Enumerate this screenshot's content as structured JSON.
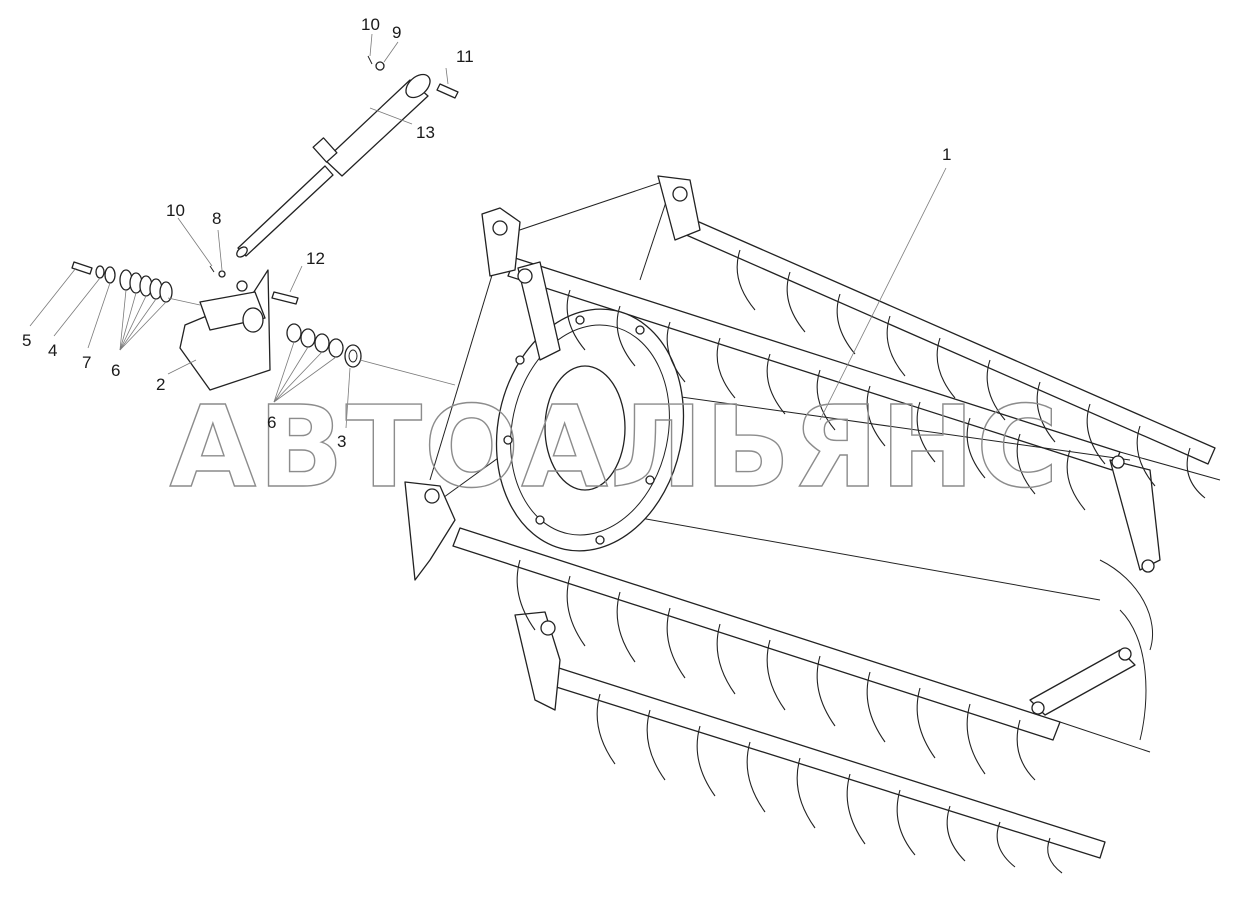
{
  "watermark": "АВТОАЛЬЯНС",
  "callouts": {
    "c1": "1",
    "c2": "2",
    "c3": "3",
    "c4": "4",
    "c5": "5",
    "c6a": "6",
    "c6b": "6",
    "c7": "7",
    "c8": "8",
    "c9": "9",
    "c10a": "10",
    "c10b": "10",
    "c11": "11",
    "c12": "12",
    "c13": "13"
  }
}
